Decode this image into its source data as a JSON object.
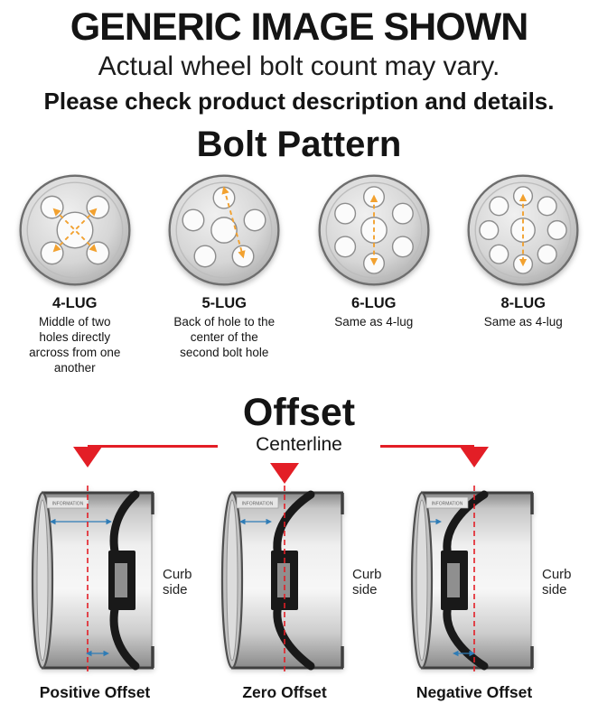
{
  "page": {
    "title": "GENERIC IMAGE SHOWN",
    "subtitle": "Actual wheel bolt count may vary.",
    "note": "Please check product description and details."
  },
  "bolt_pattern": {
    "heading": "Bolt Pattern",
    "lugs": [
      {
        "label": "4-LUG",
        "description": "Middle of two holes directly arcross from one another"
      },
      {
        "label": "5-LUG",
        "description": "Back of hole to the center of the second bolt hole"
      },
      {
        "label": "6-LUG",
        "description": "Same as 4-lug"
      },
      {
        "label": "8-LUG",
        "description": "Same as 4-lug"
      }
    ]
  },
  "offset": {
    "heading": "Offset",
    "centerline_label": "Centerline",
    "curb_side": "Curb side",
    "watermark": "INFORMATION",
    "types": [
      {
        "label": "Positive Offset"
      },
      {
        "label": "Zero Offset"
      },
      {
        "label": "Negative Offset"
      }
    ]
  },
  "colors": {
    "accent_red": "#e31e26",
    "accent_orange": "#f2a12f",
    "accent_blue": "#2f7cb6",
    "wheel_gray": "#d6d6d6",
    "text": "#141414"
  }
}
